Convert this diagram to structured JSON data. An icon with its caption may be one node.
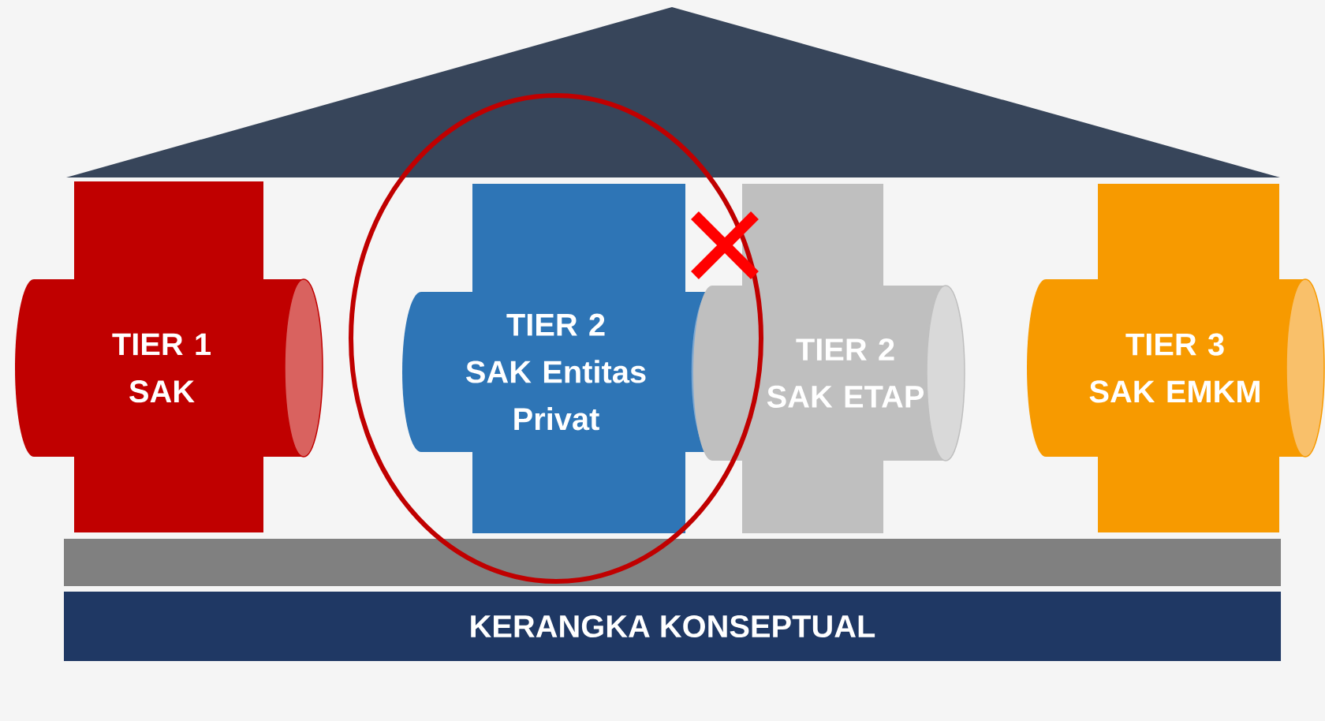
{
  "diagram": {
    "nodes": [
      {
        "text": [
          "TIER 1",
          "SAK"
        ]
      },
      {
        "text": [
          "TIER 2",
          "SAK Entitas Privat"
        ]
      },
      {
        "text": [
          "TIER 2",
          "SAK ETAP"
        ]
      },
      {
        "text": [
          "TIER 3",
          "SAK EMKM"
        ]
      },
      {
        "text": [
          "KERANGKA KONSEPTUAL"
        ]
      }
    ]
  }
}
